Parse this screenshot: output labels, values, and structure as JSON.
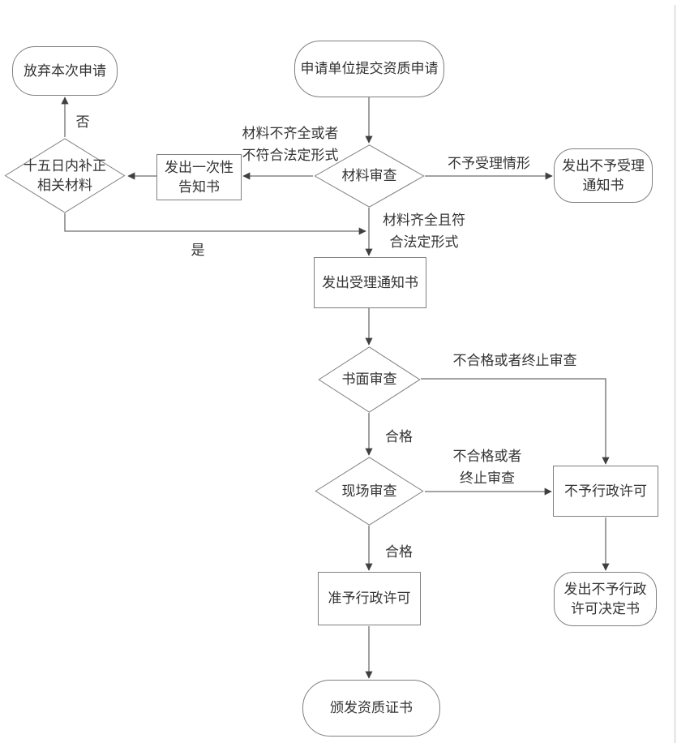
{
  "diagram": {
    "type": "flowchart",
    "language": "zh-CN",
    "colors": {
      "background": "#ffffff",
      "shape_border": "#7f7f7f",
      "shape_fill": "#ffffff",
      "connector": "#6e6e6e",
      "arrowhead": "#404040",
      "text": "#333333",
      "page_edge_line": "#e0e0e0"
    },
    "nodes": {
      "submit": "申请单位提交资质申请",
      "abandon": "放弃本次申请",
      "supplement": "十五日内补正\n相关材料",
      "one_time_notice": "发出一次性\n告知书",
      "material_review": "材料审查",
      "reject_notice": "发出不予受理\n通知书",
      "acceptance_notice": "发出受理通知书",
      "written_review": "书面审查",
      "onsite_review": "现场审查",
      "deny_permit": "不予行政许可",
      "grant_permit": "准予行政许可",
      "deny_decision": "发出不予行政\n许可决定书",
      "certificate": "颁发资质证书"
    },
    "edge_labels": {
      "no": "否",
      "yes": "是",
      "incomplete": "材料不齐全或者\n不符合法定形式",
      "not_accepted": "不予受理情形",
      "complete": "材料齐全且符\n合法定形式",
      "written_fail": "不合格或者终止审查",
      "written_pass": "合格",
      "onsite_fail": "不合格或者\n终止审查",
      "onsite_pass": "合格"
    },
    "edges": [
      {
        "from": "submit",
        "to": "material_review",
        "label": ""
      },
      {
        "from": "material_review",
        "to": "one_time_notice",
        "label": "材料不齐全或者不符合法定形式"
      },
      {
        "from": "one_time_notice",
        "to": "supplement",
        "label": ""
      },
      {
        "from": "supplement",
        "to": "abandon",
        "label": "否"
      },
      {
        "from": "supplement",
        "to": "acceptance_notice",
        "label": "是"
      },
      {
        "from": "material_review",
        "to": "reject_notice",
        "label": "不予受理情形"
      },
      {
        "from": "material_review",
        "to": "acceptance_notice",
        "label": "材料齐全且符合法定形式"
      },
      {
        "from": "acceptance_notice",
        "to": "written_review",
        "label": ""
      },
      {
        "from": "written_review",
        "to": "deny_permit",
        "label": "不合格或者终止审查"
      },
      {
        "from": "written_review",
        "to": "onsite_review",
        "label": "合格"
      },
      {
        "from": "onsite_review",
        "to": "deny_permit",
        "label": "不合格或者终止审查"
      },
      {
        "from": "onsite_review",
        "to": "grant_permit",
        "label": "合格"
      },
      {
        "from": "deny_permit",
        "to": "deny_decision",
        "label": ""
      },
      {
        "from": "grant_permit",
        "to": "certificate",
        "label": ""
      }
    ]
  }
}
